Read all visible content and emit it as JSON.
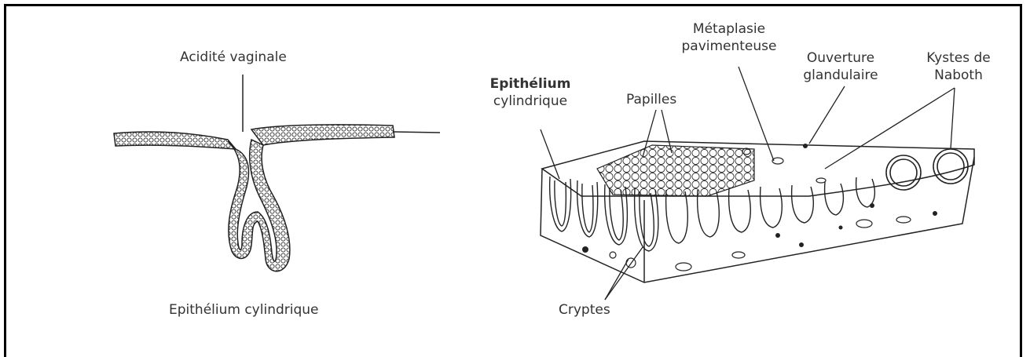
{
  "left_figure": {
    "top_label": "Acidité vaginale",
    "bottom_label": "Epithélium cylindrique"
  },
  "right_figure": {
    "epithelium_line1": "Epithélium",
    "epithelium_line2": "cylindrique",
    "papilles": "Papilles",
    "metaplasie_line1": "Métaplasie",
    "metaplasie_line2": "pavimenteuse",
    "ouverture_line1": "Ouverture",
    "ouverture_line2": "glandulaire",
    "kystes_line1": "Kystes de",
    "kystes_line2": "Naboth",
    "cryptes": "Cryptes"
  },
  "colors": {
    "frame": "#000000",
    "line_art": "#222222",
    "label_text": "#333333"
  }
}
